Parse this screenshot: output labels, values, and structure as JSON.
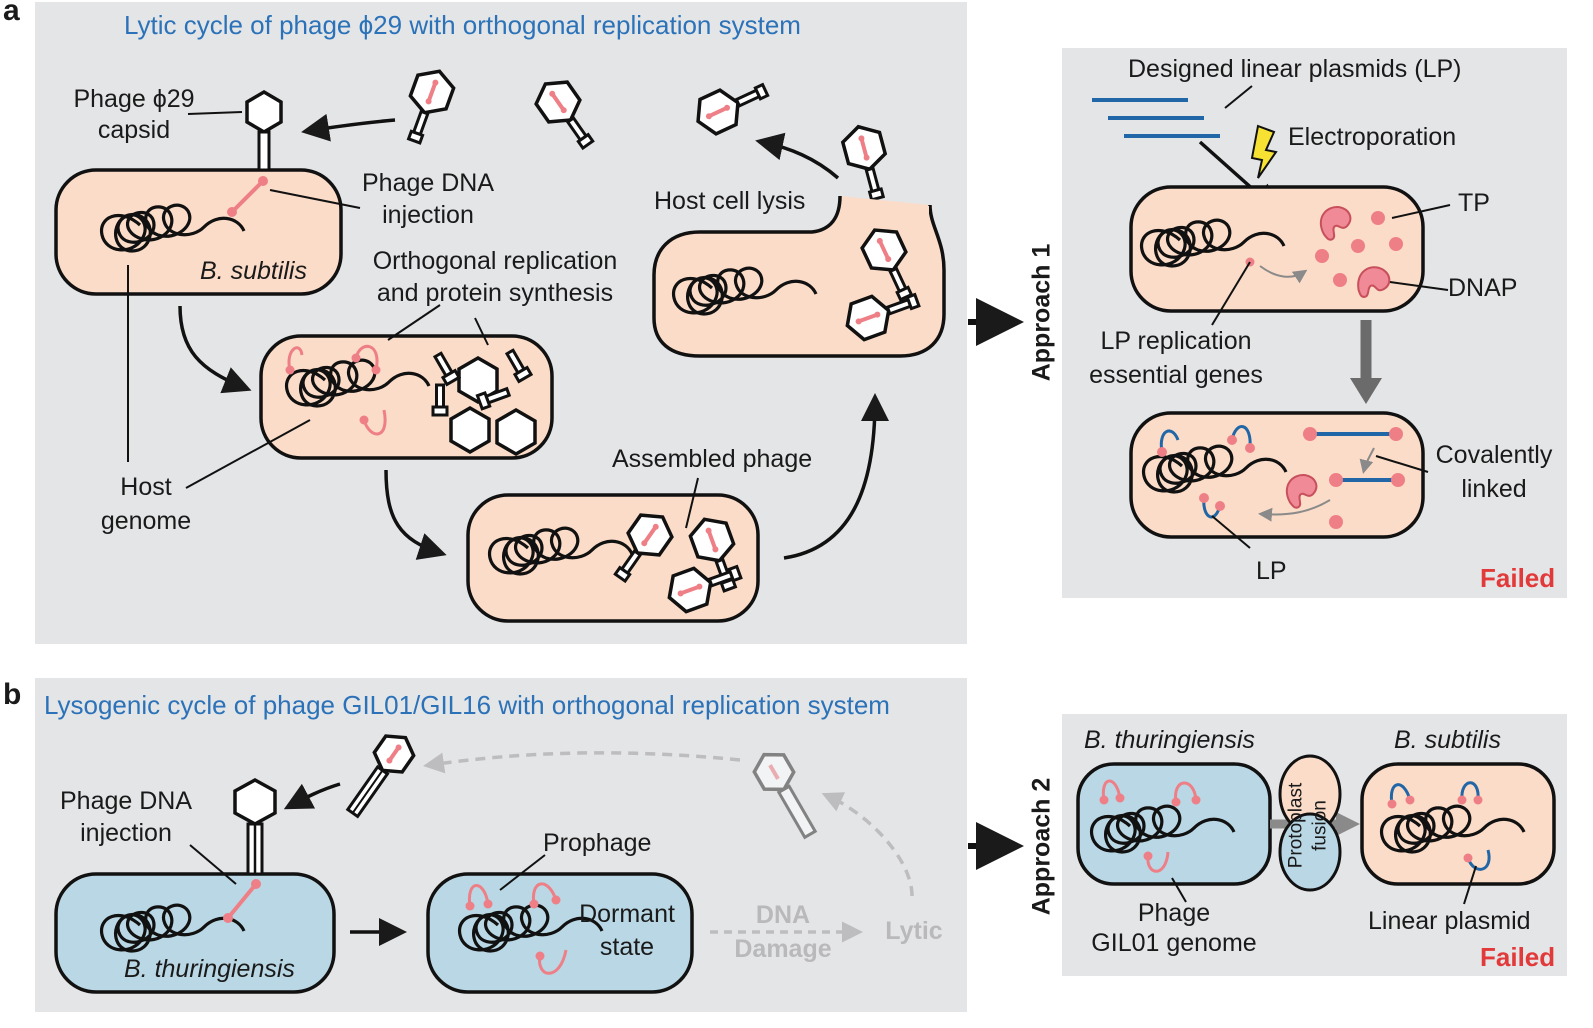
{
  "panel_a": {
    "letter": "a",
    "title": "Lytic cycle of phage ϕ29 with orthogonal replication system",
    "capsid_label_1": "Phage ϕ29",
    "capsid_label_2": "capsid",
    "injection_label_1": "Phage DNA",
    "injection_label_2": "injection",
    "host_species": "B. subtilis",
    "ortho_label_1": "Orthogonal replication",
    "ortho_label_2": "and protein synthesis",
    "host_genome_1": "Host",
    "host_genome_2": "genome",
    "assembled": "Assembled phage",
    "lysis": "Host cell lysis"
  },
  "approach1": {
    "label": "Approach 1",
    "lp_title": "Designed linear plasmids (LP)",
    "electroporation": "Electroporation",
    "tp": "TP",
    "dnap": "DNAP",
    "lp_genes_1": "LP replication",
    "lp_genes_2": "essential genes",
    "covalent_1": "Covalently",
    "covalent_2": "linked",
    "lp": "LP",
    "failed": "Failed"
  },
  "panel_b": {
    "letter": "b",
    "title": "Lysogenic cycle of phage GIL01/GIL16 with orthogonal replication system",
    "injection_label_1": "Phage DNA",
    "injection_label_2": "injection",
    "host_species": "B. thuringiensis",
    "prophage": "Prophage",
    "dormant_1": "Dormant",
    "dormant_2": "state",
    "dna_damage_1": "DNA",
    "dna_damage_2": "Damage",
    "lytic": "Lytic"
  },
  "approach2": {
    "label": "Approach 2",
    "species_left": "B. thuringiensis",
    "species_right": "B. subtilis",
    "fusion_1": "Protoplast",
    "fusion_2": "fusion",
    "phage_genome_1": "Phage",
    "phage_genome_2": "GIL01 genome",
    "linear_plasmid": "Linear plasmid",
    "failed": "Failed"
  },
  "colors": {
    "panel_bg": "#e4e5e7",
    "cell_peach": "#fbdcc8",
    "cell_blue": "#b9d7e4",
    "title_blue": "#2b72b8",
    "dna_pink": "#ee7f86",
    "plasmid_blue": "#2166a6",
    "failed_red": "#e23a3a",
    "bolt_yellow": "#f7e234"
  }
}
